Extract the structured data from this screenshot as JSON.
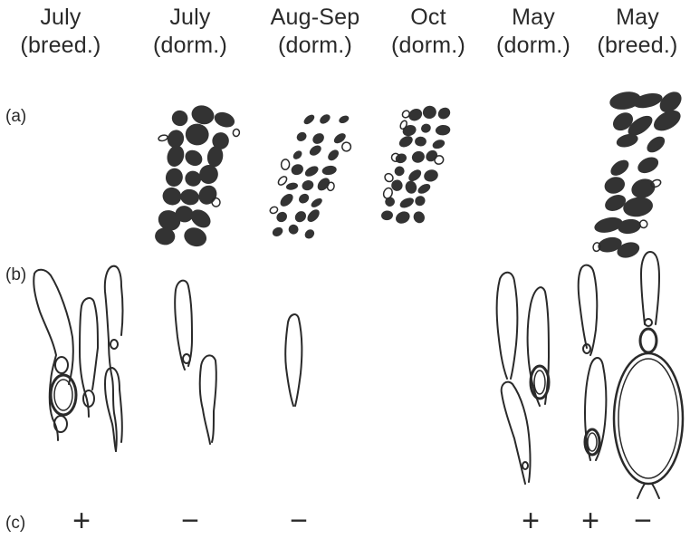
{
  "columns": [
    {
      "line1": "July",
      "line2": "(breed.)",
      "sign": "+"
    },
    {
      "line1": "July",
      "line2": "(dorm.)",
      "sign": "−"
    },
    {
      "line1": "Aug-Sep",
      "line2": "(dorm.)",
      "sign": "−"
    },
    {
      "line1": "Oct",
      "line2": "(dorm.)",
      "sign": ""
    },
    {
      "line1": "May",
      "line2": "(dorm.)",
      "sign": "+"
    },
    {
      "line1": "May",
      "line2": "(breed.)",
      "sign": "+"
    }
  ],
  "extra_sign": "−",
  "row_labels": {
    "a": "(a)",
    "b": "(b)",
    "c": "(c)"
  },
  "colors": {
    "ink": "#2a2a2a",
    "fill": "#333333",
    "background": "#ffffff"
  }
}
